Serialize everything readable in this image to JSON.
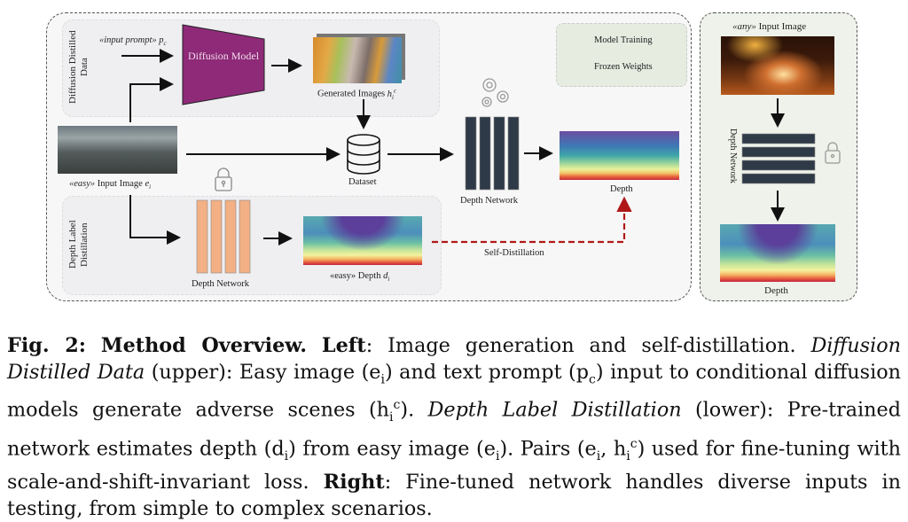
{
  "figure": {
    "upper_section_label": "Diffusion Distilled Data",
    "lower_section_label": "Depth Label Distillation",
    "input_prompt_label": "«input prompt» p_c",
    "diffusion_model_label": "Diffusion Model",
    "generated_images_label": "Generated Images h_i^c",
    "easy_input_label": "«easy» Input Image e_i",
    "dataset_label": "Dataset",
    "depth_network_frozen_label": "Depth Network",
    "easy_depth_label": "«easy» Depth d_i",
    "self_distillation_label": "Self-Distillation",
    "depth_network_train_label": "Depth Network",
    "depth_output_label": "Depth",
    "legend": {
      "model_training": "Model Training",
      "frozen_weights": "Frozen Weights"
    },
    "right_panel": {
      "any_input_label": "«any» Input Image",
      "depth_network_label": "Depth Network",
      "depth_label": "Depth"
    },
    "colors": {
      "diffusion_model": "#8e2a78",
      "frozen_network": "#f2b084",
      "trained_network": "#2f3a48",
      "self_distillation_arrow": "#b01818"
    }
  },
  "caption": {
    "fig_label": "Fig. 2:",
    "title": "Method Overview.",
    "left_label": "Left",
    "part1": ": Image generation and self-distillation. ",
    "dd_italic": "Diffusion Distilled Data",
    "part2": " (upper): Easy image (e",
    "part3": ") and text prompt (p",
    "part4": ") input to conditional diffusion models generate adverse scenes (h",
    "part5": "). ",
    "dl_italic": "Depth Label Distillation",
    "part6": " (lower): Pre-trained network estimates depth (d",
    "part7": ") from easy image (e",
    "part8": "). Pairs (e",
    "part9": ") used for fine-tuning with scale-and-shift-invariant loss. ",
    "right_label": "Right",
    "part10": ": Fine-tuned network handles diverse inputs in testing, from simple to complex scenarios."
  }
}
